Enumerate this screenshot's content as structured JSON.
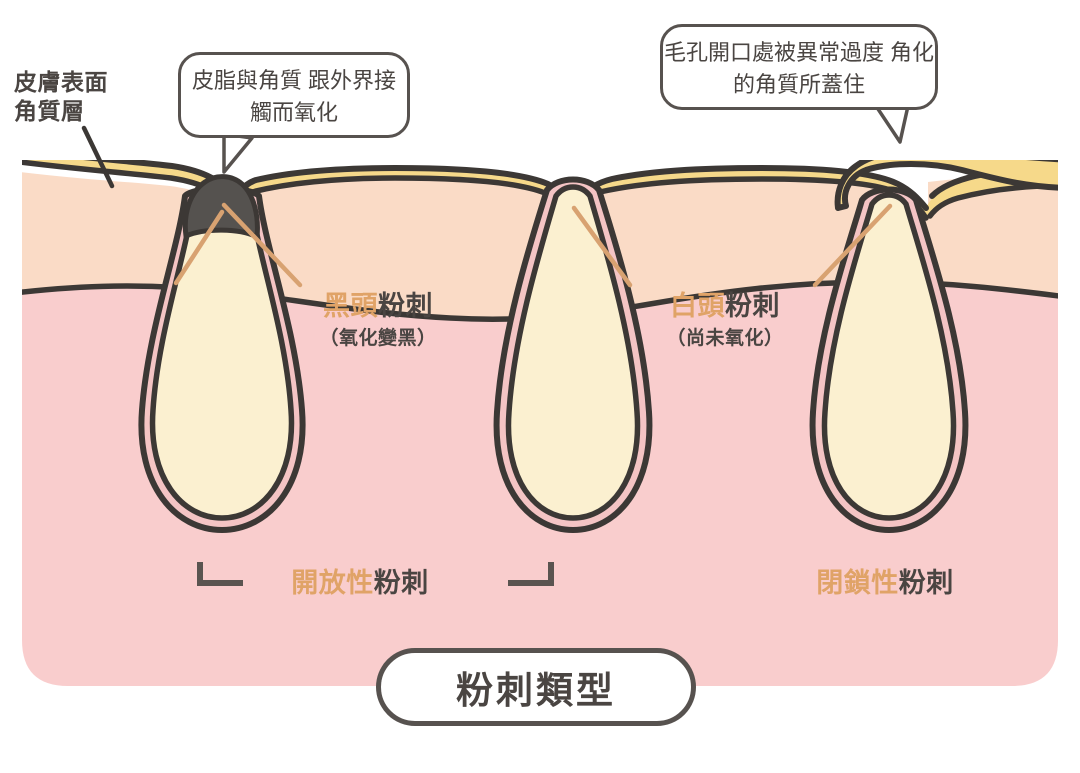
{
  "title": "粉刺類型",
  "labels": {
    "skin_surface": "皮膚表面\n角質層"
  },
  "callouts": [
    {
      "id": "blackhead-oxidation",
      "text": "皮脂與角質\n跟外界接觸而氧化"
    },
    {
      "id": "closed-comedone-keratin",
      "text": "毛孔開口處被異常過度\n角化的角質所蓋住"
    }
  ],
  "comedones": [
    {
      "id": "blackhead",
      "name_highlight": "黑頭",
      "name_rest": "粉刺",
      "subtitle": "（氧化變黑）"
    },
    {
      "id": "whitehead",
      "name_highlight": "白頭",
      "name_rest": "粉刺",
      "subtitle": "（尚未氧化）"
    }
  ],
  "types": [
    {
      "id": "open-comedone",
      "highlight": "開放性",
      "rest": "粉刺"
    },
    {
      "id": "closed-comedone",
      "highlight": "閉鎖性",
      "rest": "粉刺"
    }
  ],
  "colors": {
    "stratum_corneum": "#F6D98A",
    "epidermis": "#FADBC6",
    "dermis": "#F9CDCD",
    "follicle_fill": "#FBF0D0",
    "plug_dark": "#55524F",
    "outline": "#3C3835",
    "accent": "#E0A367",
    "text": "#4A4542"
  }
}
